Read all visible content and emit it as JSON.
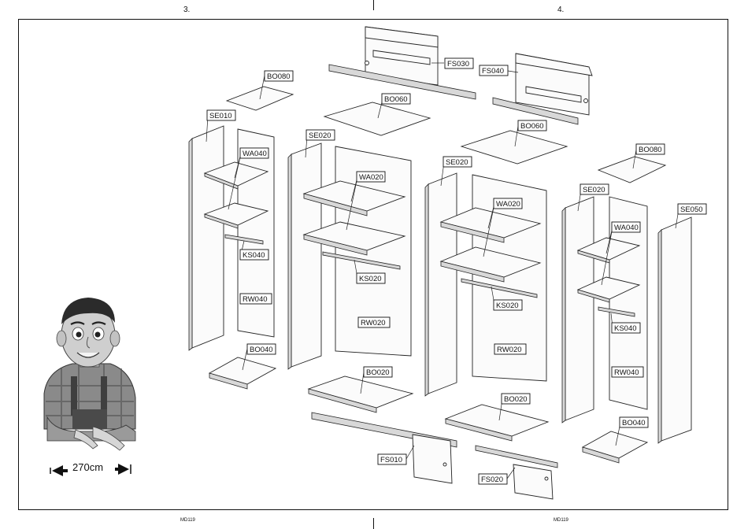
{
  "page_numbers": {
    "left": "3.",
    "right": "4."
  },
  "footer_codes": {
    "left": "MD119",
    "right": "MD119"
  },
  "width_hint": {
    "value": "270cm",
    "left_arrow_icon": "arrow-left-icon",
    "right_arrow_icon": "arrow-right-icon"
  },
  "labels": {
    "fs030": "FS030",
    "fs040": "FS040",
    "fs010": "FS010",
    "fs020": "FS020",
    "bo080_l": "BO080",
    "bo080_r": "BO080",
    "bo060_l": "BO060",
    "bo060_r": "BO060",
    "bo040_l": "BO040",
    "bo040_r": "BO040",
    "bo020_l": "BO020",
    "bo020_r": "BO020",
    "se010": "SE010",
    "se020_a": "SE020",
    "se020_b": "SE020",
    "se020_c": "SE020",
    "se050": "SE050",
    "wa040_l": "WA040",
    "wa040_r": "WA040",
    "wa020_a": "WA020",
    "wa020_b": "WA020",
    "ks040_l": "KS040",
    "ks040_r": "KS040",
    "ks020_a": "KS020",
    "ks020_b": "KS020",
    "rw040_l": "RW040",
    "rw040_r": "RW040",
    "rw020_a": "RW020",
    "rw020_b": "RW020"
  },
  "colors": {
    "line": "#111111",
    "panel": "#fbfbfb",
    "edge": "#d8d8d8"
  }
}
